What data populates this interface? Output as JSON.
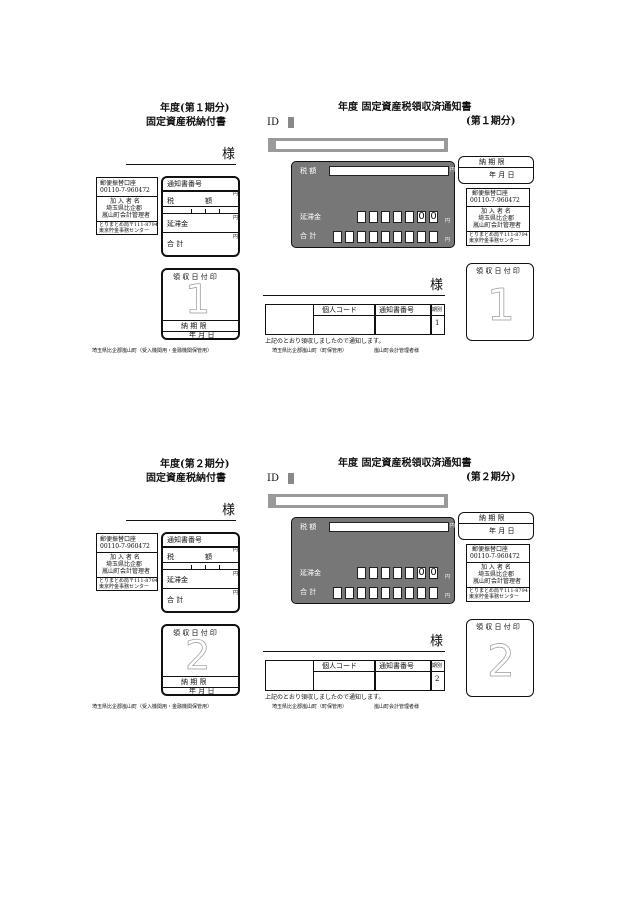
{
  "slips": [
    {
      "stub_title_1": "年度(第１期分)",
      "stub_title_2": "固定資産税納付書",
      "sama": "様",
      "account_label": "郵便振替口座",
      "account_no": "00110-7-960472",
      "subscriber_label": "加 入 者 名",
      "subscriber_1": "埼玉県比企郡",
      "subscriber_2": "嵐山町会計管理者",
      "center_1": "とりまとめ局〒111-8794",
      "center_2": "東京貯金事務センター",
      "notice_no_label": "通知書番号",
      "tax_label": "税",
      "tax_label_2": "額",
      "yen": "円",
      "late_fee_label": "延滞金",
      "total_label": "合 計",
      "receipt_stamp_label": "領 収 日 付 印",
      "period_number": "1",
      "deadline_label": "納 期 限",
      "date_label": "年 月 日",
      "stub_footer": "埼玉県比企郡嵐山町（受入機関用・金融機関保管用）",
      "notice_title": "年度 固定資産税領収済通知書",
      "notice_period": "(第１期分)",
      "id_label": "ID",
      "tax_amount_label": "税 額",
      "late_fee_label_2": "延滞金",
      "total_label_2": "合 計",
      "zero_1": "0",
      "zero_2": "0",
      "personal_code_label": "個人コード",
      "notice_no_label_2": "通知書番号",
      "period_label": "期別",
      "period_value": "1",
      "received_text": "上記のとおり領収しましたので通知します。",
      "footer_left": "埼玉県比企郡嵐山町（町保管用）",
      "footer_right": "嵐山町会計管理者様",
      "right_deadline_label": "納 期 限",
      "right_date_label": "年 月 日",
      "right_account_label": "郵便振替口座",
      "right_account_no": "00110-7-960472",
      "right_subscriber_label": "加 入 者 名",
      "right_subscriber_1": "埼玉県比企郡",
      "right_subscriber_2": "嵐山町会計管理者",
      "right_center_1": "とりまとめ局〒111-8794",
      "right_center_2": "東京貯金事務センター",
      "right_stamp_label": "領 収 日 付 印"
    },
    {
      "stub_title_1": "年度(第２期分)",
      "stub_title_2": "固定資産税納付書",
      "sama": "様",
      "account_label": "郵便振替口座",
      "account_no": "00110-7-960472",
      "subscriber_label": "加 入 者 名",
      "subscriber_1": "埼玉県比企郡",
      "subscriber_2": "嵐山町会計管理者",
      "center_1": "とりまとめ局〒111-8794",
      "center_2": "東京貯金事務センター",
      "notice_no_label": "通知書番号",
      "tax_label": "税",
      "tax_label_2": "額",
      "yen": "円",
      "late_fee_label": "延滞金",
      "total_label": "合 計",
      "receipt_stamp_label": "領 収 日 付 印",
      "period_number": "2",
      "deadline_label": "納 期 限",
      "date_label": "年 月 日",
      "stub_footer": "埼玉県比企郡嵐山町（受入機関用・金融機関保管用）",
      "notice_title": "年度 固定資産税領収済通知書",
      "notice_period": "(第２期分)",
      "id_label": "ID",
      "tax_amount_label": "税 額",
      "late_fee_label_2": "延滞金",
      "total_label_2": "合 計",
      "zero_1": "0",
      "zero_2": "0",
      "personal_code_label": "個人コード",
      "notice_no_label_2": "通知書番号",
      "period_label": "期別",
      "period_value": "2",
      "received_text": "上記のとおり領収しましたので通知します。",
      "footer_left": "埼玉県比企郡嵐山町（町保管用）",
      "footer_right": "嵐山町会計管理者様",
      "right_deadline_label": "納 期 限",
      "right_date_label": "年 月 日",
      "right_account_label": "郵便振替口座",
      "right_account_no": "00110-7-960472",
      "right_subscriber_label": "加 入 者 名",
      "right_subscriber_1": "埼玉県比企郡",
      "right_subscriber_2": "嵐山町会計管理者",
      "right_center_1": "とりまとめ局〒111-8794",
      "right_center_2": "東京貯金事務センター",
      "right_stamp_label": "領 収 日 付 印"
    }
  ],
  "colors": {
    "gray_panel": "#777777",
    "id_marker": "#888888",
    "bar_gray": "#9a9a9a"
  }
}
